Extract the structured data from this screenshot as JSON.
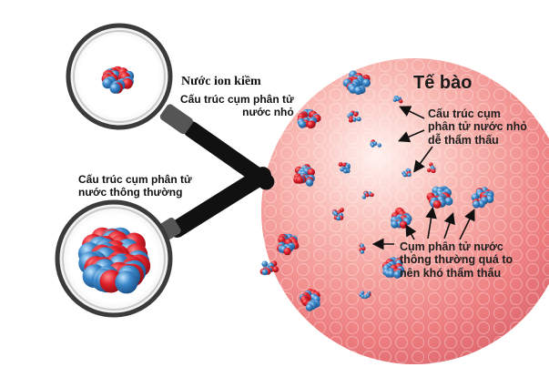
{
  "colors": {
    "cell": "#f08a8a",
    "cell_highlight": "#ffe9e6",
    "molecule_red": "#e0202a",
    "molecule_blue": "#3a86c8",
    "handle": "#111111"
  },
  "icons": [
    "magnifier-icon",
    "molecule-cluster-icon",
    "cell-sphere-icon",
    "arrow-icon"
  ],
  "cell_label": "Tế bào",
  "alkaline": {
    "title": "Nước ion kiềm",
    "desc_lines": [
      "Cấu trúc cụm phân tử",
      "nước nhỏ"
    ]
  },
  "normal": {
    "desc_lines": [
      "Cấu trúc cụm phân tử",
      "nước thông thường"
    ]
  },
  "small_note_lines": [
    "Cấu  trúc cụm",
    "phân tử nước nhỏ",
    "dễ thẩm thấu"
  ],
  "large_note_lines": [
    "Cụm phân tử nước",
    "thông thường quá to",
    "nên khó thẩm thấu"
  ]
}
